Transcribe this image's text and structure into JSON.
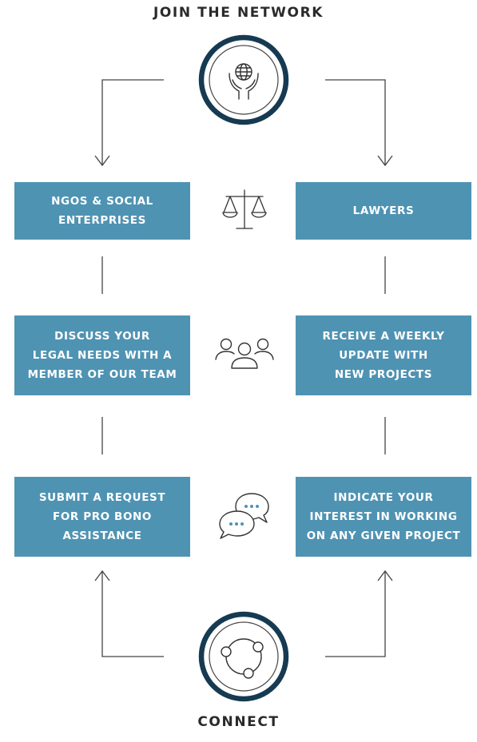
{
  "headings": {
    "top": "JOIN THE NETWORK",
    "bottom": "CONNECT"
  },
  "left_column": [
    "NGOS & SOCIAL\nENTERPRISES",
    "DISCUSS YOUR\nLEGAL NEEDS WITH A\nMEMBER OF OUR TEAM",
    "SUBMIT A REQUEST\nFOR PRO BONO\nASSISTANCE"
  ],
  "right_column": [
    "LAWYERS",
    "RECEIVE A WEEKLY\nUPDATE WITH\nNEW PROJECTS",
    "INDICATE YOUR\nINTEREST IN WORKING\nON ANY GIVEN PROJECT"
  ],
  "icons": {
    "top_circle": "hands-globe-icon",
    "bottom_circle": "connected-nodes-icon",
    "row1": "scales-of-justice-icon",
    "row2": "people-group-icon",
    "row3": "chat-bubbles-icon"
  },
  "colors": {
    "box": "#4f93b3",
    "box_text": "#ffffff",
    "circle_ring": "#163a52",
    "line": "#444444",
    "chat_dots": "#4f93b3"
  }
}
